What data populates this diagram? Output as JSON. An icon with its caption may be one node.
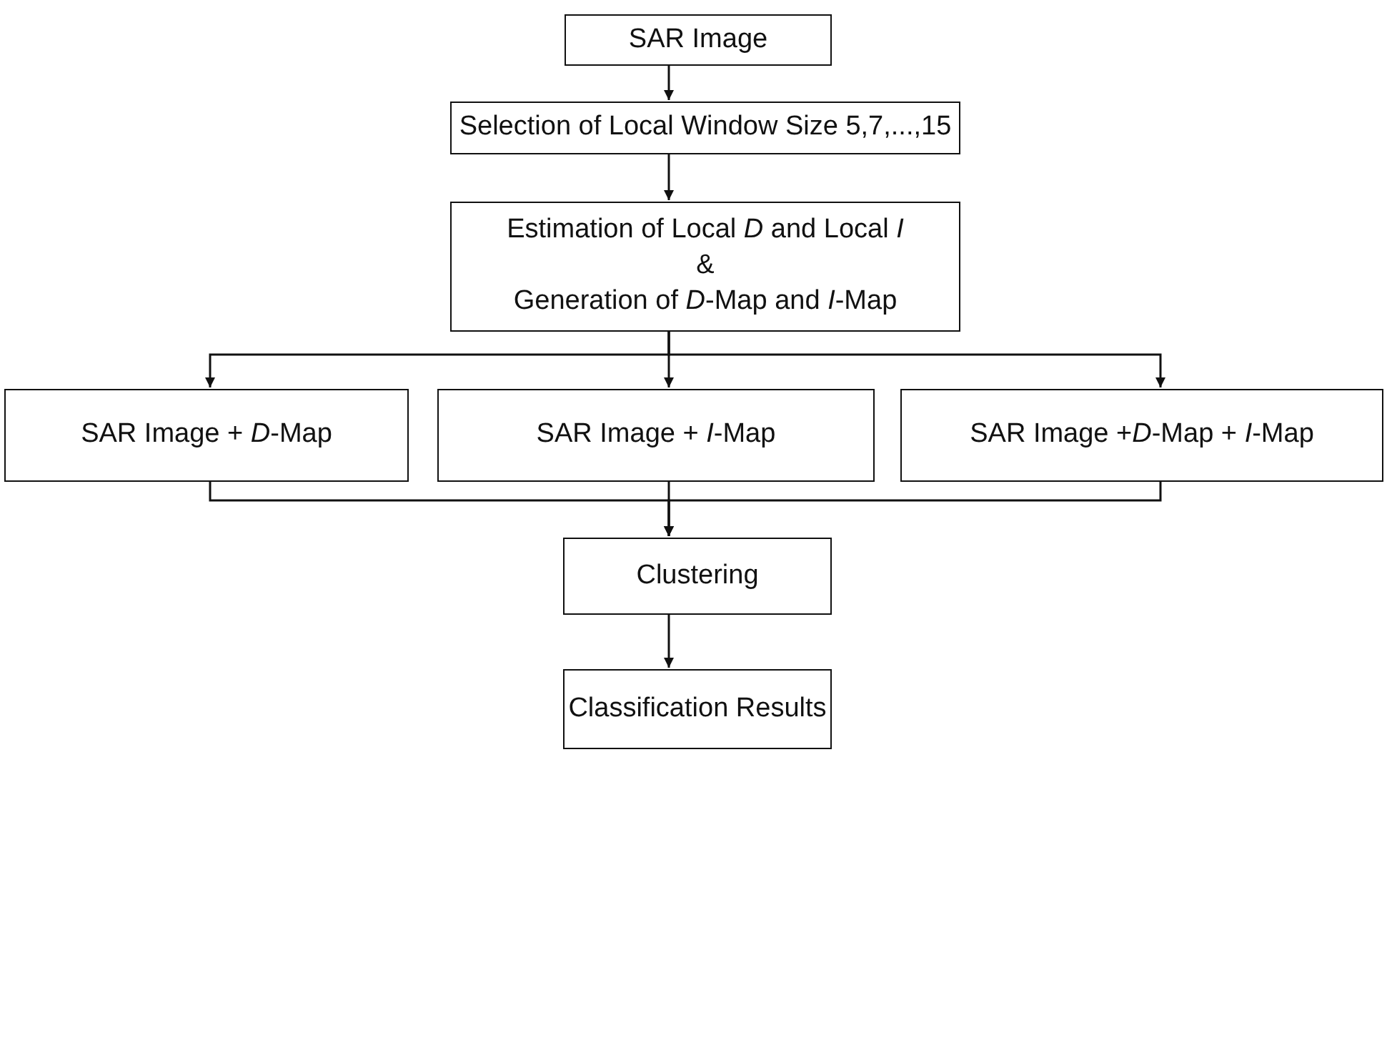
{
  "diagram": {
    "nodes": [
      {
        "text": [
          "SAR Image"
        ]
      },
      {
        "text": [
          "Selection of Local Window Size 5,7,...,15"
        ]
      },
      {
        "text": [
          "Estimation of Local *D* and Local *I*",
          "&",
          "Generation of *D*-Map and *I*-Map"
        ]
      },
      {
        "text": [
          "SAR Image + *D*-Map"
        ]
      },
      {
        "text": [
          "SAR Image + *I*-Map"
        ]
      },
      {
        "text": [
          "SAR Image +*D*-Map + *I*-Map"
        ]
      },
      {
        "text": [
          "Clustering"
        ]
      },
      {
        "text": [
          "Classification Results"
        ]
      }
    ],
    "edges": [
      {
        "from": 0,
        "to": 1,
        "arrow": "to"
      },
      {
        "from": 1,
        "to": 2,
        "arrow": "to"
      },
      {
        "from": 2,
        "to": 3,
        "arrow": "to"
      },
      {
        "from": 2,
        "to": 4,
        "arrow": "to"
      },
      {
        "from": 2,
        "to": 5,
        "arrow": "to"
      },
      {
        "from": 3,
        "to": 6,
        "arrow": "to"
      },
      {
        "from": 4,
        "to": 6,
        "arrow": "to"
      },
      {
        "from": 5,
        "to": 6,
        "arrow": "to"
      },
      {
        "from": 6,
        "to": 7,
        "arrow": "to"
      }
    ]
  }
}
